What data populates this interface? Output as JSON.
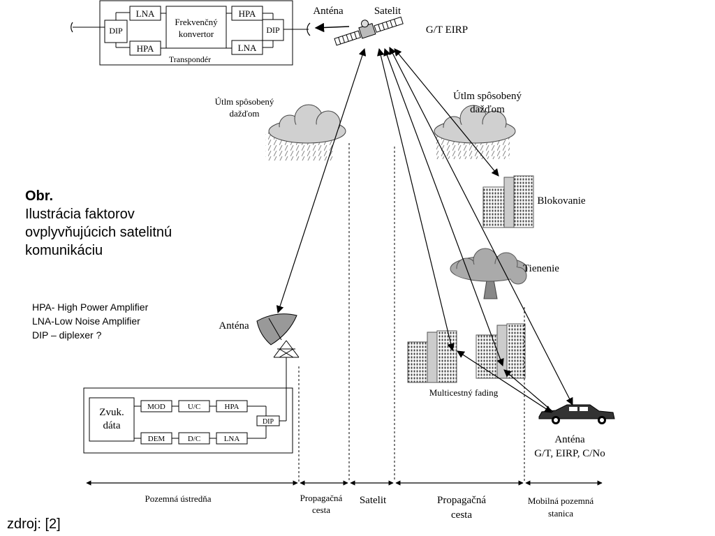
{
  "transponder": {
    "label": "Transpondér",
    "lna_top": "LNA",
    "hpa_bottom": "HPA",
    "converter_line1": "Frekvenčný",
    "converter_line2": "konvertor",
    "hpa_top": "HPA",
    "lna_bottom": "LNA",
    "dip_left": "DIP",
    "dip_right": "DIP"
  },
  "satellite": {
    "antenna_label": "Anténa",
    "satellite_label": "Satelit",
    "gt_eirp": "G/T EIRP"
  },
  "rain": {
    "left_line1": "Útlm spôsobený",
    "left_line2": "dažďom",
    "right_line1": "Útlm spôsobený",
    "right_line2": "dažďom"
  },
  "effects": {
    "blocking": "Blokovanie",
    "shadowing": "Tienenie",
    "multipath": "Multicestný fading"
  },
  "caption": {
    "title": "Obr.",
    "line1": "Ilustrácia faktorov",
    "line2": "ovplyvňujúcich satelitnú",
    "line3": "komunikáciu"
  },
  "abbreviations": [
    "HPA- High Power Amplifier",
    "LNA-Low Noise Amplifier",
    "DIP – diplexer ?"
  ],
  "ground_station": {
    "antenna_label": "Anténa",
    "audio_line1": "Zvuk.",
    "audio_line2": "dáta",
    "mod": "MOD",
    "uc": "U/C",
    "hpa": "HPA",
    "dem": "DEM",
    "dc": "D/C",
    "lna": "LNA",
    "dip": "DIP"
  },
  "mobile": {
    "antenna_label": "Anténa",
    "params": "G/T, EIRP, C/No"
  },
  "segments": {
    "ground_hub": "Pozemná ústredňa",
    "propagation_left_1": "Propagačná",
    "propagation_left_2": "cesta",
    "satellite": "Satelit",
    "propagation_right_1": "Propagačná",
    "propagation_right_2": "cesta",
    "mobile_1": "Mobilná pozemná",
    "mobile_2": "stanica"
  },
  "source": "zdroj: [2]"
}
